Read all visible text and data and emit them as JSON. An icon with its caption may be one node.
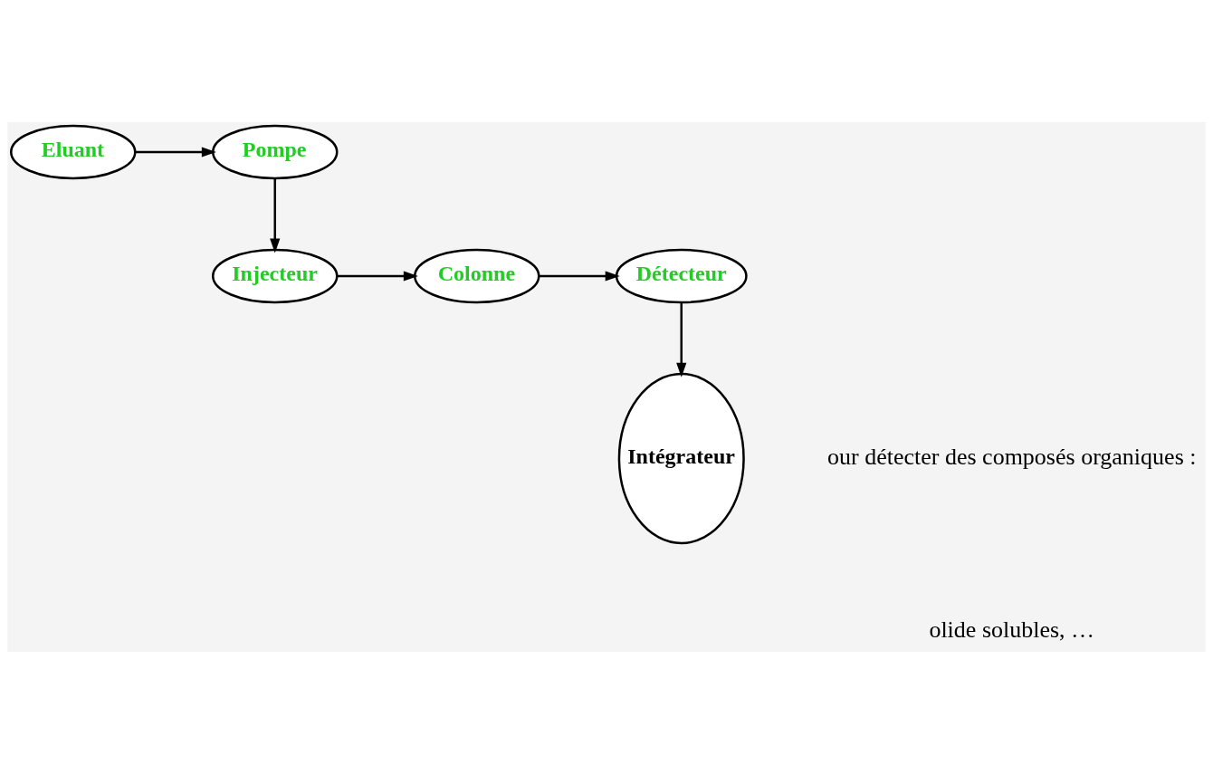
{
  "diagram": {
    "nodes": [
      {
        "text": [
          "Eluant"
        ]
      },
      {
        "text": [
          "Pompe"
        ]
      },
      {
        "text": [
          "Injecteur"
        ]
      },
      {
        "text": [
          "Colonne"
        ]
      },
      {
        "text": [
          "Détecteur"
        ]
      },
      {
        "text": [
          "Intégrateur"
        ]
      }
    ],
    "edges": [
      {
        "from": 0,
        "to": 1,
        "arrow": "to"
      },
      {
        "from": 1,
        "to": 2,
        "arrow": "to"
      },
      {
        "from": 2,
        "to": 3,
        "arrow": "to"
      },
      {
        "from": 3,
        "to": 4,
        "arrow": "to"
      },
      {
        "from": 4,
        "to": 5,
        "arrow": "to"
      }
    ],
    "labels": [
      "our détecter des composés organiques :",
      "olide solubles, …"
    ]
  }
}
